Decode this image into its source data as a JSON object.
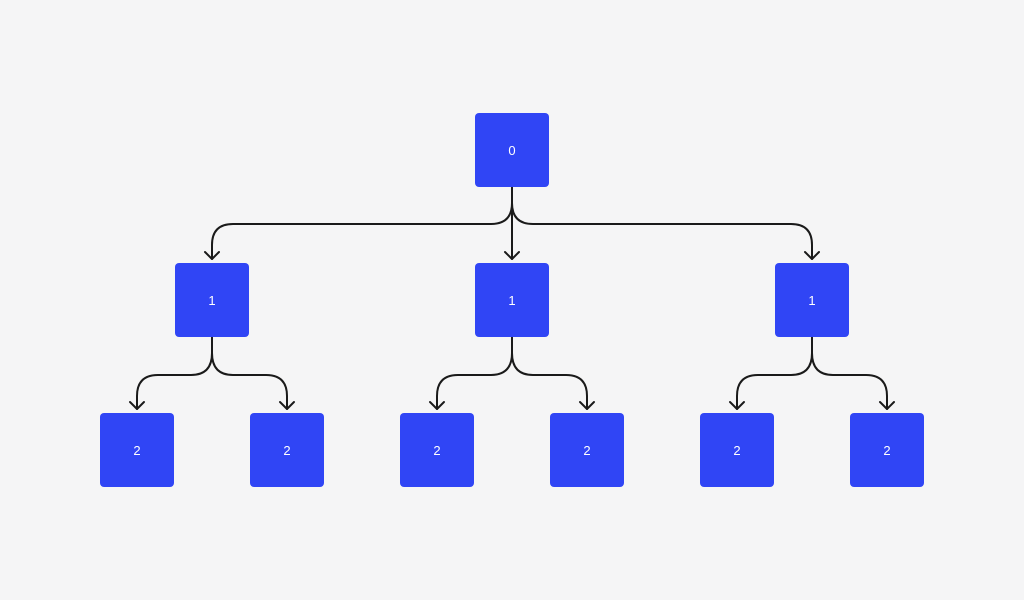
{
  "diagram": {
    "colors": {
      "background": "#f5f5f6",
      "node_fill": "#3045f5",
      "node_text": "#ffffff",
      "edge": "#1a1a1a"
    },
    "nodes": {
      "root": {
        "label": "0"
      },
      "level1": [
        {
          "label": "1"
        },
        {
          "label": "1"
        },
        {
          "label": "1"
        }
      ],
      "level2": [
        {
          "label": "2"
        },
        {
          "label": "2"
        },
        {
          "label": "2"
        },
        {
          "label": "2"
        },
        {
          "label": "2"
        },
        {
          "label": "2"
        }
      ]
    },
    "edges": [
      [
        "root",
        "level1.0"
      ],
      [
        "root",
        "level1.1"
      ],
      [
        "root",
        "level1.2"
      ],
      [
        "level1.0",
        "level2.0"
      ],
      [
        "level1.0",
        "level2.1"
      ],
      [
        "level1.1",
        "level2.2"
      ],
      [
        "level1.1",
        "level2.3"
      ],
      [
        "level1.2",
        "level2.4"
      ],
      [
        "level1.2",
        "level2.5"
      ]
    ]
  }
}
